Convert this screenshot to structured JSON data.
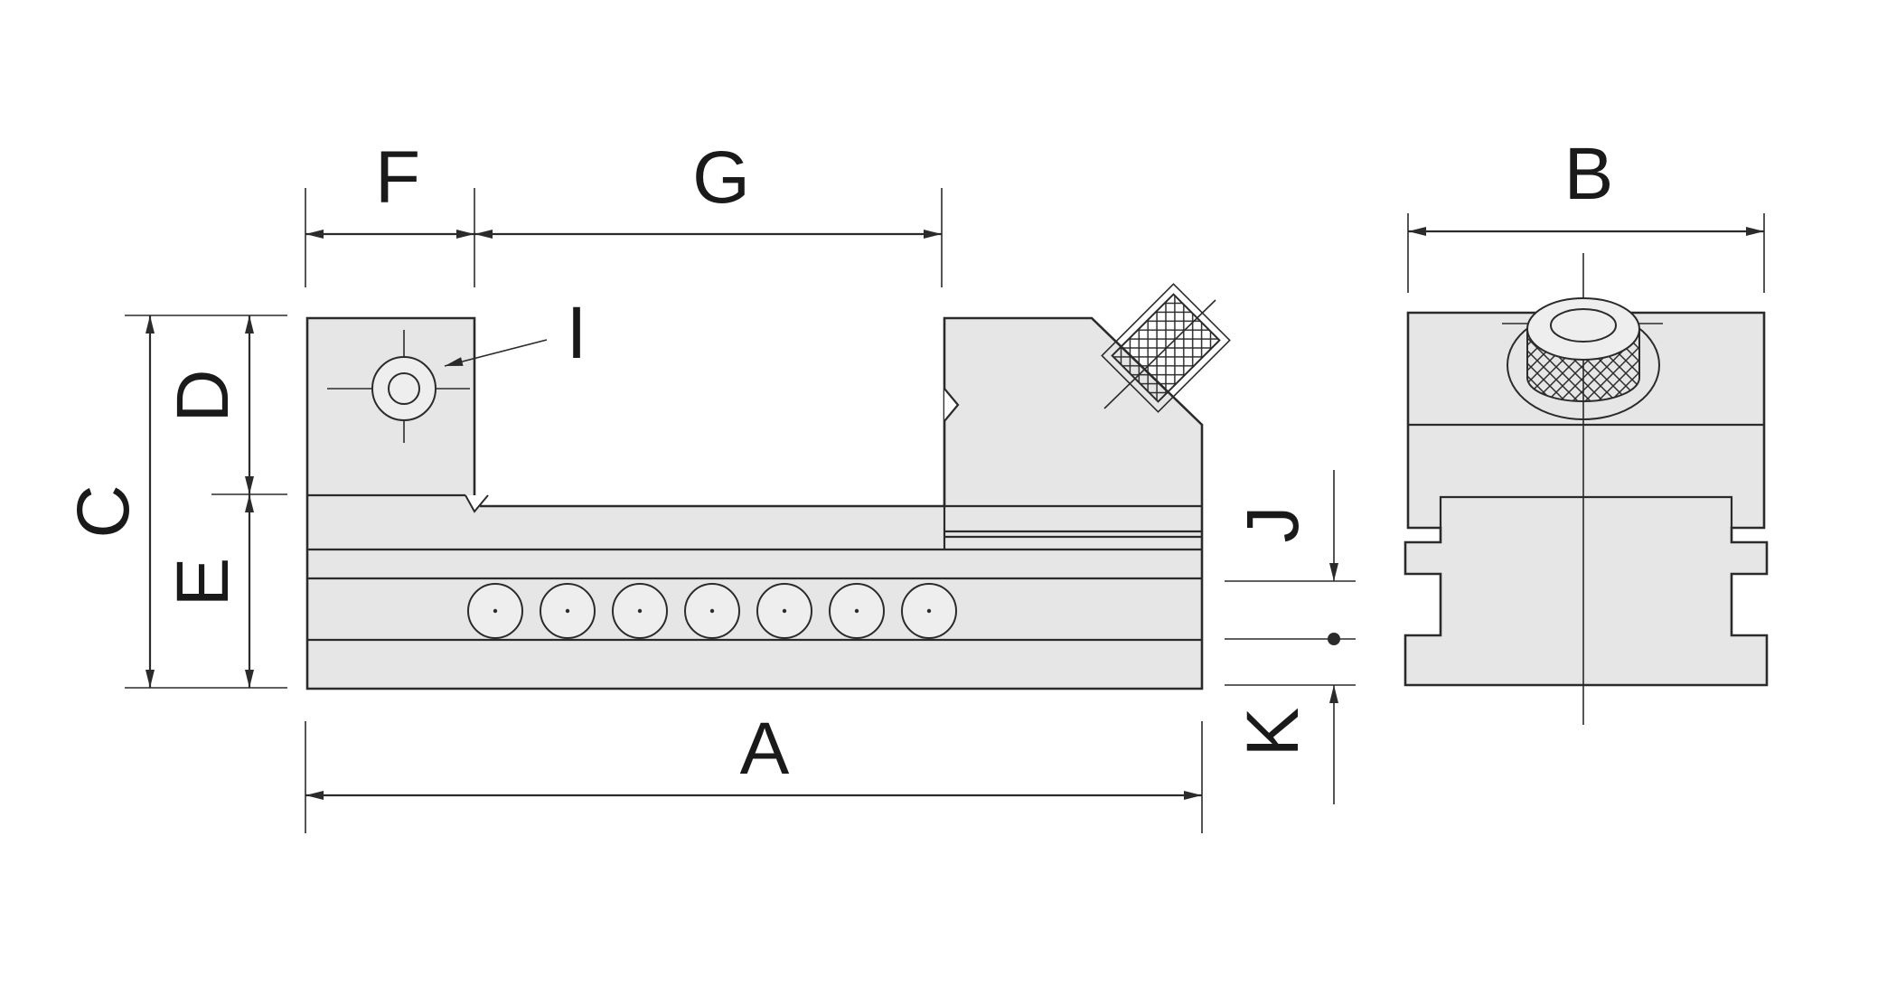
{
  "diagram": {
    "title": "Precision vise dimension drawing",
    "dimension_labels": {
      "a": "A",
      "b": "B",
      "c": "C",
      "d": "D",
      "e": "E",
      "f": "F",
      "g": "G",
      "i": "I",
      "j": "J",
      "k": "K"
    },
    "side_view": {
      "hole_count": 7
    },
    "colors": {
      "ink": "#2b2b2b",
      "fill": "#e6e6e6",
      "background": "#ffffff"
    }
  }
}
